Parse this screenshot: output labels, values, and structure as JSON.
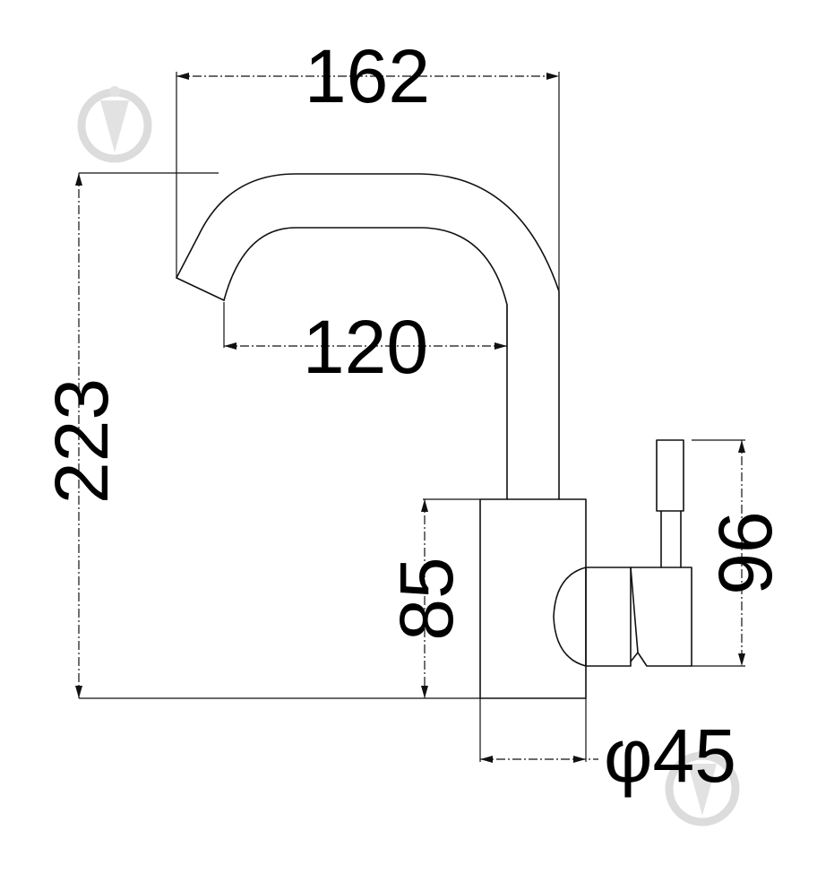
{
  "dimensions": {
    "width_total": "162",
    "spout_reach": "120",
    "height_total": "223",
    "body_height": "85",
    "handle_height": "96",
    "body_diameter": "φ45"
  },
  "watermark": {
    "icon": "brand-drop-icon"
  },
  "colors": {
    "line": "#111111",
    "text": "#000000",
    "watermark": "#dcdcdc",
    "background": "#ffffff"
  }
}
